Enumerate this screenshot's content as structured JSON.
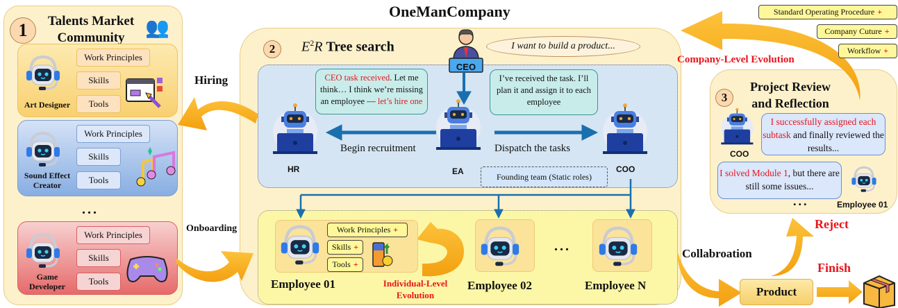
{
  "title": "OneManCompany",
  "talents": {
    "number": "1",
    "title_line1": "Talents Market",
    "title_line2": "Community",
    "cards": [
      {
        "name_lines": [
          "Art Designer"
        ],
        "tags": [
          "Work Principles",
          "Skills",
          "Tools"
        ],
        "icon": "palette-window-icon",
        "color": "#f9d67f"
      },
      {
        "name_lines": [
          "Sound Effect",
          "Creator"
        ],
        "tags": [
          "Work Principles",
          "Skills",
          "Tools"
        ],
        "icon": "music-notes-icon",
        "color": "#94b4e2"
      },
      {
        "name_lines": [
          "Game",
          "Developer"
        ],
        "tags": [
          "Work Principles",
          "Skills",
          "Tools"
        ],
        "icon": "gamepad-icon",
        "color": "#ea7878"
      }
    ],
    "ellipsis": "..."
  },
  "flow": {
    "hiring": "Hiring",
    "onboarding": "Onboarding",
    "collaboration": "Collabroation",
    "product": "Product",
    "finish": "Finish",
    "reject": "Reject",
    "company_evolution": "Company-Level Evolution"
  },
  "tree": {
    "number": "2",
    "title_math": "E",
    "title_sup": "2",
    "title_r": "R",
    "title_text": "Tree search",
    "ceo_label": "CEO",
    "ceo_thought": "I want to build a product...",
    "ea_bubble": {
      "red1": "CEO task received",
      "text1": ". Let me think… I think we’re missing an employee — ",
      "red2": "let’s hire one"
    },
    "coo_bubble": "I’ve received the task. I’ll plan it and assign it to each employee",
    "begin_recruitment": "Begin recruitment",
    "dispatch": "Dispatch the tasks",
    "roles": [
      "HR",
      "EA",
      "COO"
    ],
    "founding_team": "Founding team (Static roles)",
    "employees": [
      "Employee 01",
      "Employee 02",
      "Employee N"
    ],
    "employee_tags": [
      "Work Principles",
      "Skills",
      "Tools"
    ],
    "plus": "+",
    "individual_evolution_1": "Individual-Level",
    "individual_evolution_2": "Evolution",
    "ellipsis": "..."
  },
  "evolution_tags": [
    "Standard Operating Procedure",
    "Company Cuture",
    "Workflow"
  ],
  "review": {
    "number": "3",
    "title_line1": "Project Review",
    "title_line2": "and Reflection",
    "coo_label": "COO",
    "coo_msg": {
      "red": "I successfully assigned each subtask",
      "text": " and finally reviewed the results..."
    },
    "emp_msg": {
      "red": "I solved Module 1",
      "text": ", but there are still some issues..."
    },
    "emp_label": "Employee 01",
    "ellipsis": "..."
  },
  "colors": {
    "accent_orange": "#f7b21a",
    "red": "#e8141c",
    "blue_arrow": "#1a6fae"
  }
}
